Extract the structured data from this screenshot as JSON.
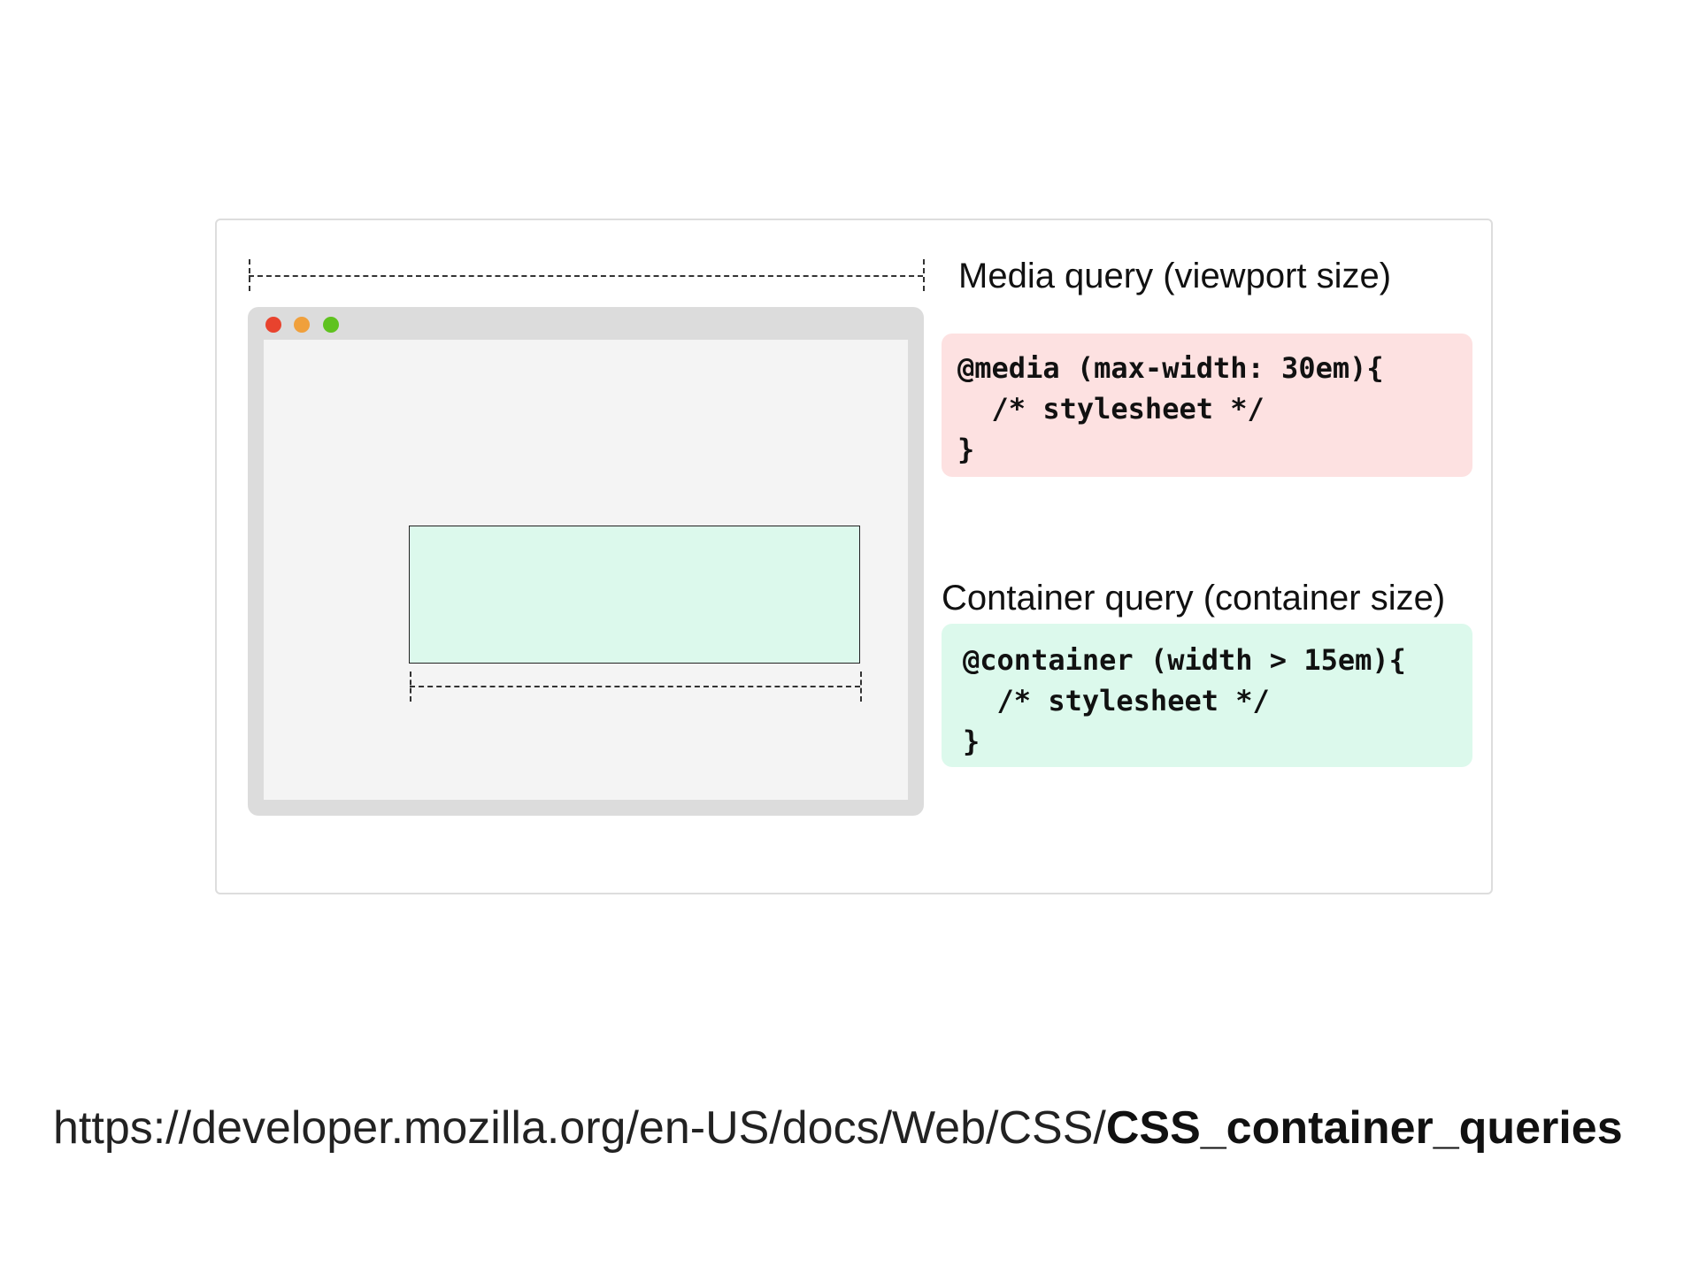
{
  "diagram": {
    "browser": {
      "dots": [
        {
          "name": "close-dot",
          "color": "#e8432e"
        },
        {
          "name": "minimize-dot",
          "color": "#f0a03c"
        },
        {
          "name": "maximize-dot",
          "color": "#5fc21f"
        }
      ],
      "frame_color": "#dcdcdc",
      "viewport_color": "#f4f4f4"
    },
    "container_color": "#dcf9ec",
    "media_query": {
      "label": "Media query (viewport size)",
      "code": "@media (max-width: 30em){\n  /* stylesheet */\n}",
      "panel_color": "#fde1e1"
    },
    "container_query": {
      "label": "Container query (container size)",
      "code": "@container (width > 15em){\n  /* stylesheet */\n}",
      "panel_color": "#dcf9ec"
    }
  },
  "source": {
    "url_prefix": "https://developer.mozilla.org/en-US/docs/Web/CSS/",
    "url_emphasis": "CSS_container_queries"
  }
}
